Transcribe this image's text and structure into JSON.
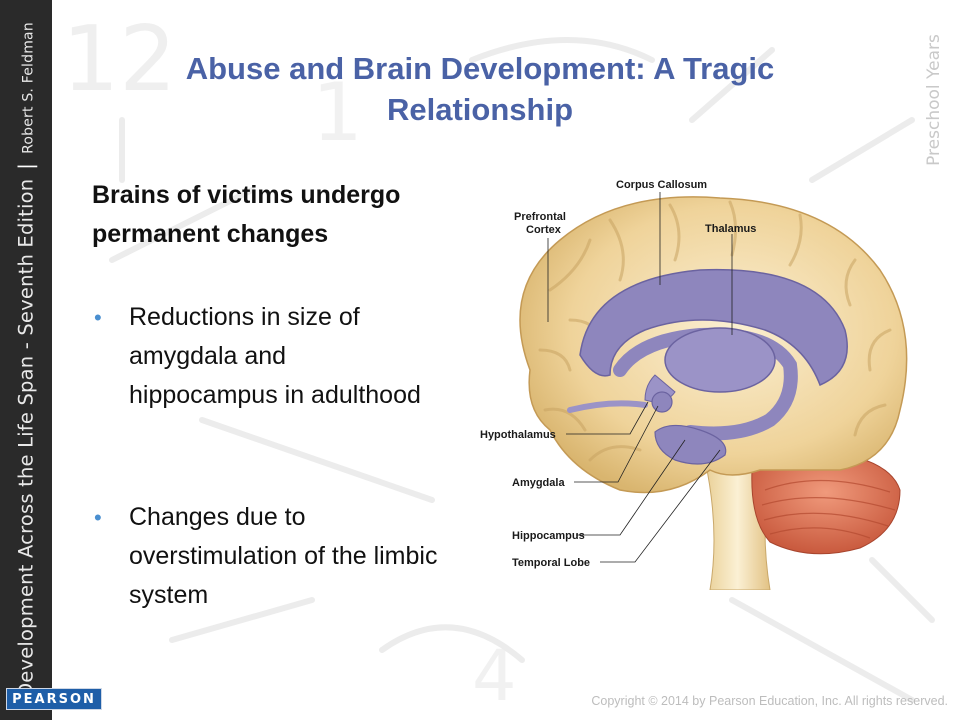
{
  "sidebar": {
    "book_title": "Development Across the Life Span - Seventh Edition",
    "author": "Robert S. Feldman",
    "publisher_logo": "PEARSON"
  },
  "chapter_label": "Preschool Years",
  "slide": {
    "title": "Abuse and Brain Development: A Tragic Relationship",
    "heading": "Brains of victims undergo permanent changes",
    "bullets": [
      "Reductions in size of amygdala and hippocampus in adulthood",
      "Changes due to overstimulation of the limbic system"
    ]
  },
  "figure": {
    "labels": {
      "corpus_callosum": "Corpus Callosum",
      "prefrontal_1": "Prefrontal",
      "prefrontal_2": "Cortex",
      "thalamus": "Thalamus",
      "hypothalamus": "Hypothalamus",
      "amygdala": "Amygdala",
      "hippocampus": "Hippocampus",
      "temporal_lobe": "Temporal Lobe"
    }
  },
  "footer": {
    "copyright": "Copyright © 2014 by Pearson Education, Inc. All rights reserved."
  },
  "colors": {
    "title": "#4a62a6",
    "bullet_dot": "#4a8fd0",
    "sidebar_bg": "#2a2a2a",
    "logo_bg": "#1e5ea8",
    "brain_tissue": "#efd7a0",
    "limbic": "#8e86bd",
    "cerebellum": "#e07a5c"
  }
}
